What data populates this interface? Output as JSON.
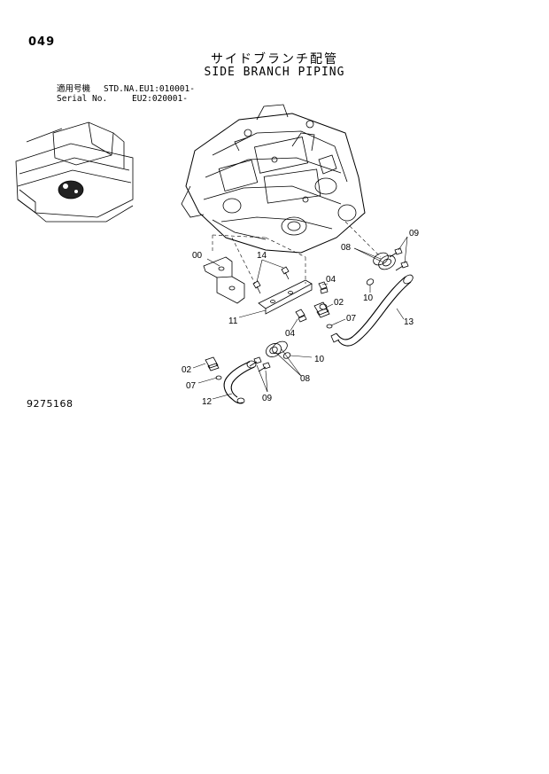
{
  "header": {
    "page_number": "049",
    "title_jp": "サイドブランチ配管",
    "title_en": "SIDE BRANCH PIPING"
  },
  "serial": {
    "label_jp": "適用号機",
    "label_en": "Serial No.",
    "line1": "STD.NA.EU1:010001-",
    "line2": "EU2:020001-"
  },
  "callouts": {
    "c00": "00",
    "c14": "14",
    "c04a": "04",
    "c02a": "02",
    "c11": "11",
    "c04b": "04",
    "c07a": "07",
    "c08a": "08",
    "c09a": "09",
    "c10a": "10",
    "c13": "13",
    "c02b": "02",
    "c07b": "07",
    "c12": "12",
    "c09b": "09",
    "c08b": "08",
    "c10b": "10"
  },
  "footer": {
    "drawing_number": "9275168"
  }
}
